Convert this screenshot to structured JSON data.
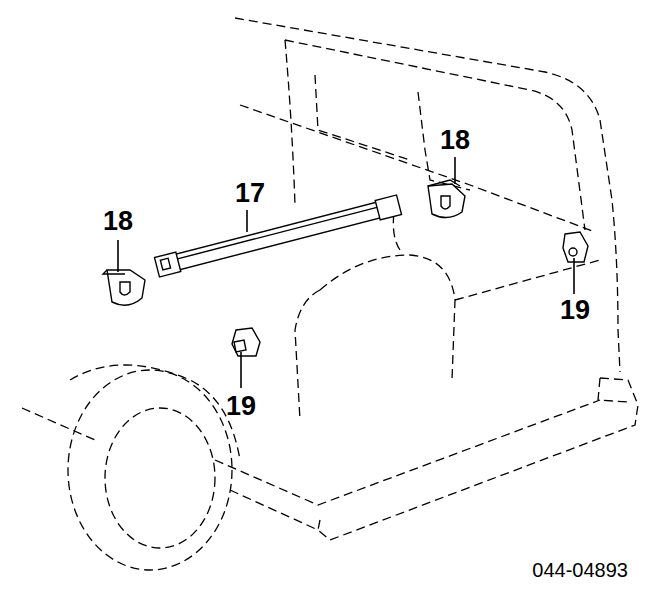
{
  "diagram": {
    "labels": [
      "17",
      "18",
      "18",
      "19",
      "19",
      "044-04893"
    ]
  }
}
